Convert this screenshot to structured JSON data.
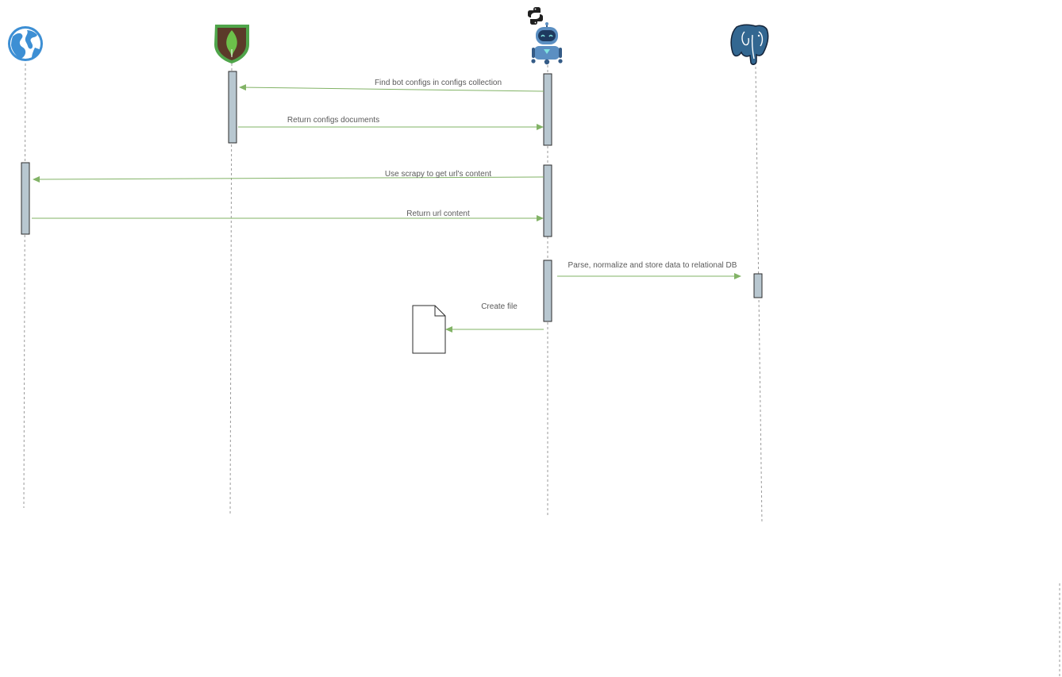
{
  "colors": {
    "arrow": "#82b366",
    "activation_fill": "#b8c7d0",
    "activation_stroke": "#2b2b2b",
    "lifeline": "#9a9a9a",
    "label_text": "#5a5a5a"
  },
  "participants": [
    {
      "id": "web",
      "icon": "globe-icon",
      "color": "#3d8fd4"
    },
    {
      "id": "mongodb",
      "icon": "mongodb-icon",
      "color": "#4fa54a"
    },
    {
      "id": "bot",
      "icon": "robot-icon",
      "badge_icon": "python-icon",
      "color": "#5b8fc2"
    },
    {
      "id": "postgresql",
      "icon": "postgresql-icon",
      "color": "#336791"
    }
  ],
  "messages": [
    {
      "label": "Find bot configs in configs collection",
      "from": "bot",
      "to": "mongodb"
    },
    {
      "label": "Return configs documents",
      "from": "mongodb",
      "to": "bot"
    },
    {
      "label": "Use scrapy to get url's content",
      "from": "bot",
      "to": "web"
    },
    {
      "label": "Return url content",
      "from": "web",
      "to": "bot"
    },
    {
      "label": "Parse, normalize and store data to relational DB",
      "from": "bot",
      "to": "postgresql"
    },
    {
      "label": "Create file",
      "from": "bot",
      "to": "file"
    }
  ],
  "artifacts": [
    {
      "id": "file",
      "icon": "document-icon"
    }
  ]
}
